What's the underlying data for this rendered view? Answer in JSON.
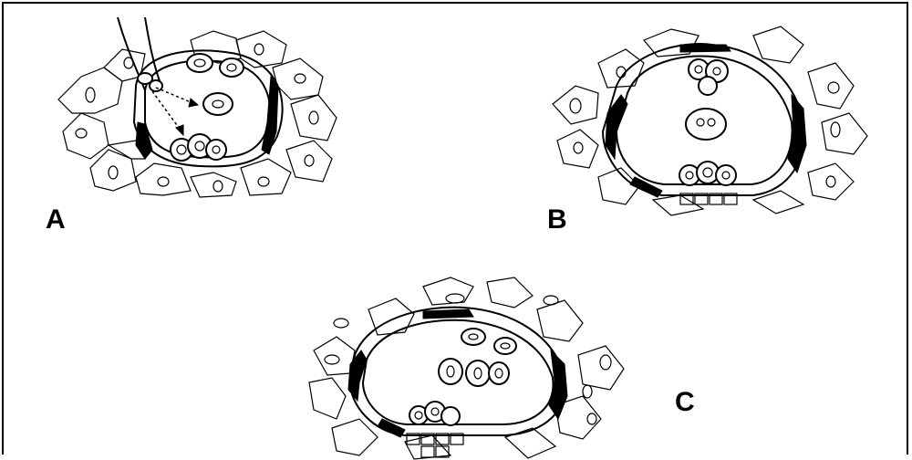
{
  "figure": {
    "panels": [
      {
        "id": "A",
        "label": "A",
        "description_icon": "ovule-with-pollen-tube-icon"
      },
      {
        "id": "B",
        "label": "B",
        "description_icon": "embryo-sac-icon"
      },
      {
        "id": "C",
        "label": "C",
        "description_icon": "embryo-sac-icon"
      }
    ]
  },
  "colors": {
    "ink": "#000000",
    "background": "#ffffff"
  }
}
